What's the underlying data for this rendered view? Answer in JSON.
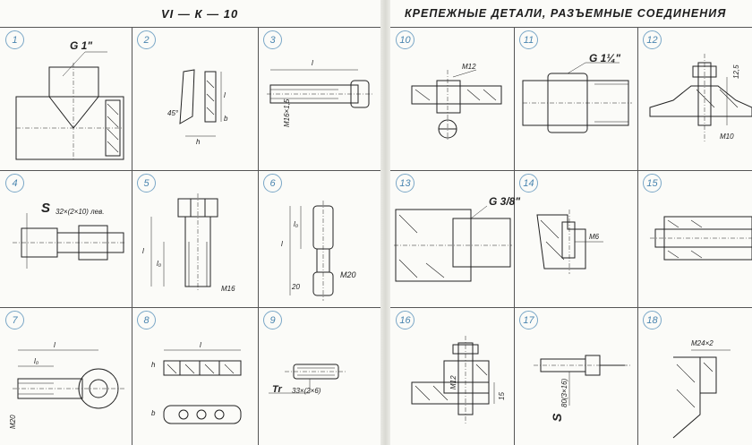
{
  "left_title": "VI — К — 10",
  "right_title": "КРЕПЕЖНЫЕ ДЕТАЛИ, РАЗЪЕМНЫЕ СОЕДИНЕНИЯ",
  "cells": [
    {
      "num": "1",
      "labels": [
        "G 1\""
      ]
    },
    {
      "num": "2",
      "labels": [
        "45°",
        "l",
        "b",
        "h"
      ]
    },
    {
      "num": "3",
      "labels": [
        "l",
        "M16×1,5"
      ]
    },
    {
      "num": "4",
      "labels": [
        "S",
        "32×(2×10) лев."
      ]
    },
    {
      "num": "5",
      "labels": [
        "l",
        "l₀",
        "M16"
      ]
    },
    {
      "num": "6",
      "labels": [
        "l",
        "l₀",
        "20",
        "M20"
      ]
    },
    {
      "num": "7",
      "labels": [
        "l",
        "l₀",
        "M20"
      ]
    },
    {
      "num": "8",
      "labels": [
        "l",
        "h",
        "b"
      ]
    },
    {
      "num": "9",
      "labels": [
        "Tr",
        "33×(2×6)"
      ]
    },
    {
      "num": "10",
      "labels": [
        "M12"
      ]
    },
    {
      "num": "11",
      "labels": [
        "G 1¼\""
      ]
    },
    {
      "num": "12",
      "labels": [
        "12,5",
        "M10"
      ]
    },
    {
      "num": "13",
      "labels": [
        "G 3/8\""
      ]
    },
    {
      "num": "14",
      "labels": [
        "M6"
      ]
    },
    {
      "num": "15",
      "labels": []
    },
    {
      "num": "16",
      "labels": [
        "M12",
        "15"
      ]
    },
    {
      "num": "17",
      "labels": [
        "S",
        "80(3×16)"
      ]
    },
    {
      "num": "18",
      "labels": [
        "M24×2"
      ]
    }
  ]
}
